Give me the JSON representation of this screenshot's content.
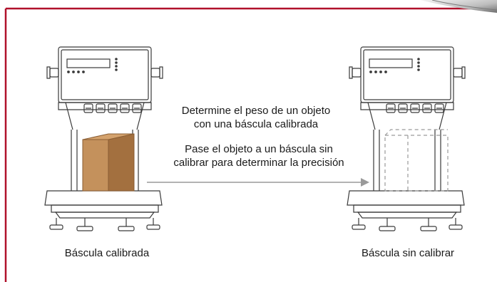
{
  "diagram": {
    "step_1": "Determine el peso de un objeto\ncon una báscula calibrada",
    "step_2": "Pase el objeto a un báscula sin\ncalibrar para determinar la precisión",
    "left_scale_label": "Báscula calibrada",
    "right_scale_label": "Báscula sin calibrar"
  },
  "colors": {
    "frame_border": "#b0112b",
    "line_art": "#3a3a3a",
    "box_front": "#b98756",
    "box_side": "#9e6c40",
    "arrow": "#9a9a9a",
    "dashed_outline": "#9a9a9a"
  }
}
